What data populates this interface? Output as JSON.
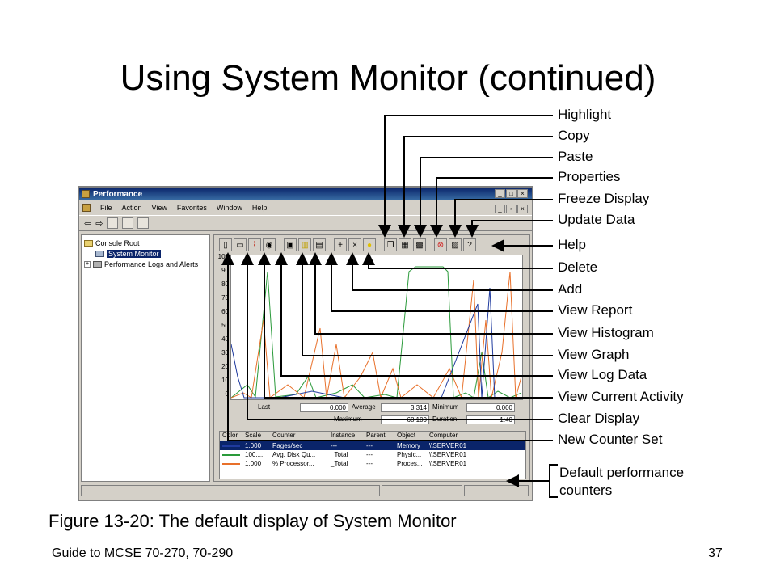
{
  "slide": {
    "title": "Using System Monitor (continued)",
    "caption": "Figure 13-20: The default display of System Monitor",
    "footer_left": "Guide to MCSE 70-270, 70-290",
    "page_number": "37"
  },
  "window": {
    "title": "Performance",
    "title_buttons": [
      "_",
      "□",
      "×"
    ],
    "menu_buttons": [
      "_",
      "▫",
      "×"
    ],
    "menu": [
      "File",
      "Action",
      "View",
      "Favorites",
      "Window",
      "Help"
    ],
    "toolbar1_icons": [
      "back-arrow-icon",
      "forward-arrow-icon",
      "up-folder-icon",
      "show-tree-icon",
      "help-icon"
    ],
    "toolbar1_glyphs": [
      "⇦",
      "⇨"
    ]
  },
  "tree": {
    "items": [
      {
        "label": "Console Root"
      },
      {
        "label": "System Monitor"
      },
      {
        "label": "Performance Logs and Alerts"
      }
    ],
    "expander": "+"
  },
  "graph": {
    "toolbar_icons": [
      "new-counter-set-icon",
      "clear-display-icon",
      "view-current-activity-icon",
      "view-log-data-icon",
      "view-graph-icon",
      "view-histogram-icon",
      "view-report-icon",
      "add-icon",
      "delete-icon",
      "highlight-icon",
      "copy-icon",
      "paste-icon",
      "properties-icon",
      "freeze-display-icon",
      "update-data-icon",
      "help-icon"
    ],
    "toolbar_glyphs": [
      "+",
      "×"
    ],
    "y_ticks": [
      "100",
      "90",
      "80",
      "70",
      "60",
      "50",
      "40",
      "30",
      "20",
      "10",
      "0"
    ],
    "series_colors": {
      "pages": "#1f3a9e",
      "disk": "#2a9a3a",
      "processor": "#e8702a"
    }
  },
  "stats": {
    "last_label": "Last",
    "last": "0.000",
    "average_label": "Average",
    "average": "3.314",
    "minimum_label": "Minimum",
    "minimum": "0.000",
    "maximum_label": "Maximum",
    "maximum": "68.100",
    "duration_label": "Duration",
    "duration": "1:40"
  },
  "legend": {
    "columns": [
      "Color",
      "Scale",
      "Counter",
      "Instance",
      "Parent",
      "Object",
      "Computer"
    ],
    "rows": [
      {
        "scale": "1.000",
        "counter": "Pages/sec",
        "instance": "---",
        "parent": "---",
        "object": "Memory",
        "computer": "\\\\SERVER01",
        "color": "#1f3a9e"
      },
      {
        "scale": "100....",
        "counter": "Avg. Disk Qu...",
        "instance": "_Total",
        "parent": "---",
        "object": "Physic...",
        "computer": "\\\\SERVER01",
        "color": "#2a9a3a"
      },
      {
        "scale": "1.000",
        "counter": "% Processor...",
        "instance": "_Total",
        "parent": "---",
        "object": "Proces...",
        "computer": "\\\\SERVER01",
        "color": "#e8702a"
      }
    ]
  },
  "callouts": {
    "highlight": "Highlight",
    "copy": "Copy",
    "paste": "Paste",
    "properties": "Properties",
    "freeze": "Freeze Display",
    "update": "Update Data",
    "help": "Help",
    "delete": "Delete",
    "add": "Add",
    "view_report": "View Report",
    "view_histogram": "View Histogram",
    "view_graph": "View Graph",
    "view_log": "View Log Data",
    "view_current": "View Current Activity",
    "clear": "Clear Display",
    "new_set": "New Counter Set",
    "default_counters_1": "Default performance",
    "default_counters_2": "counters"
  }
}
